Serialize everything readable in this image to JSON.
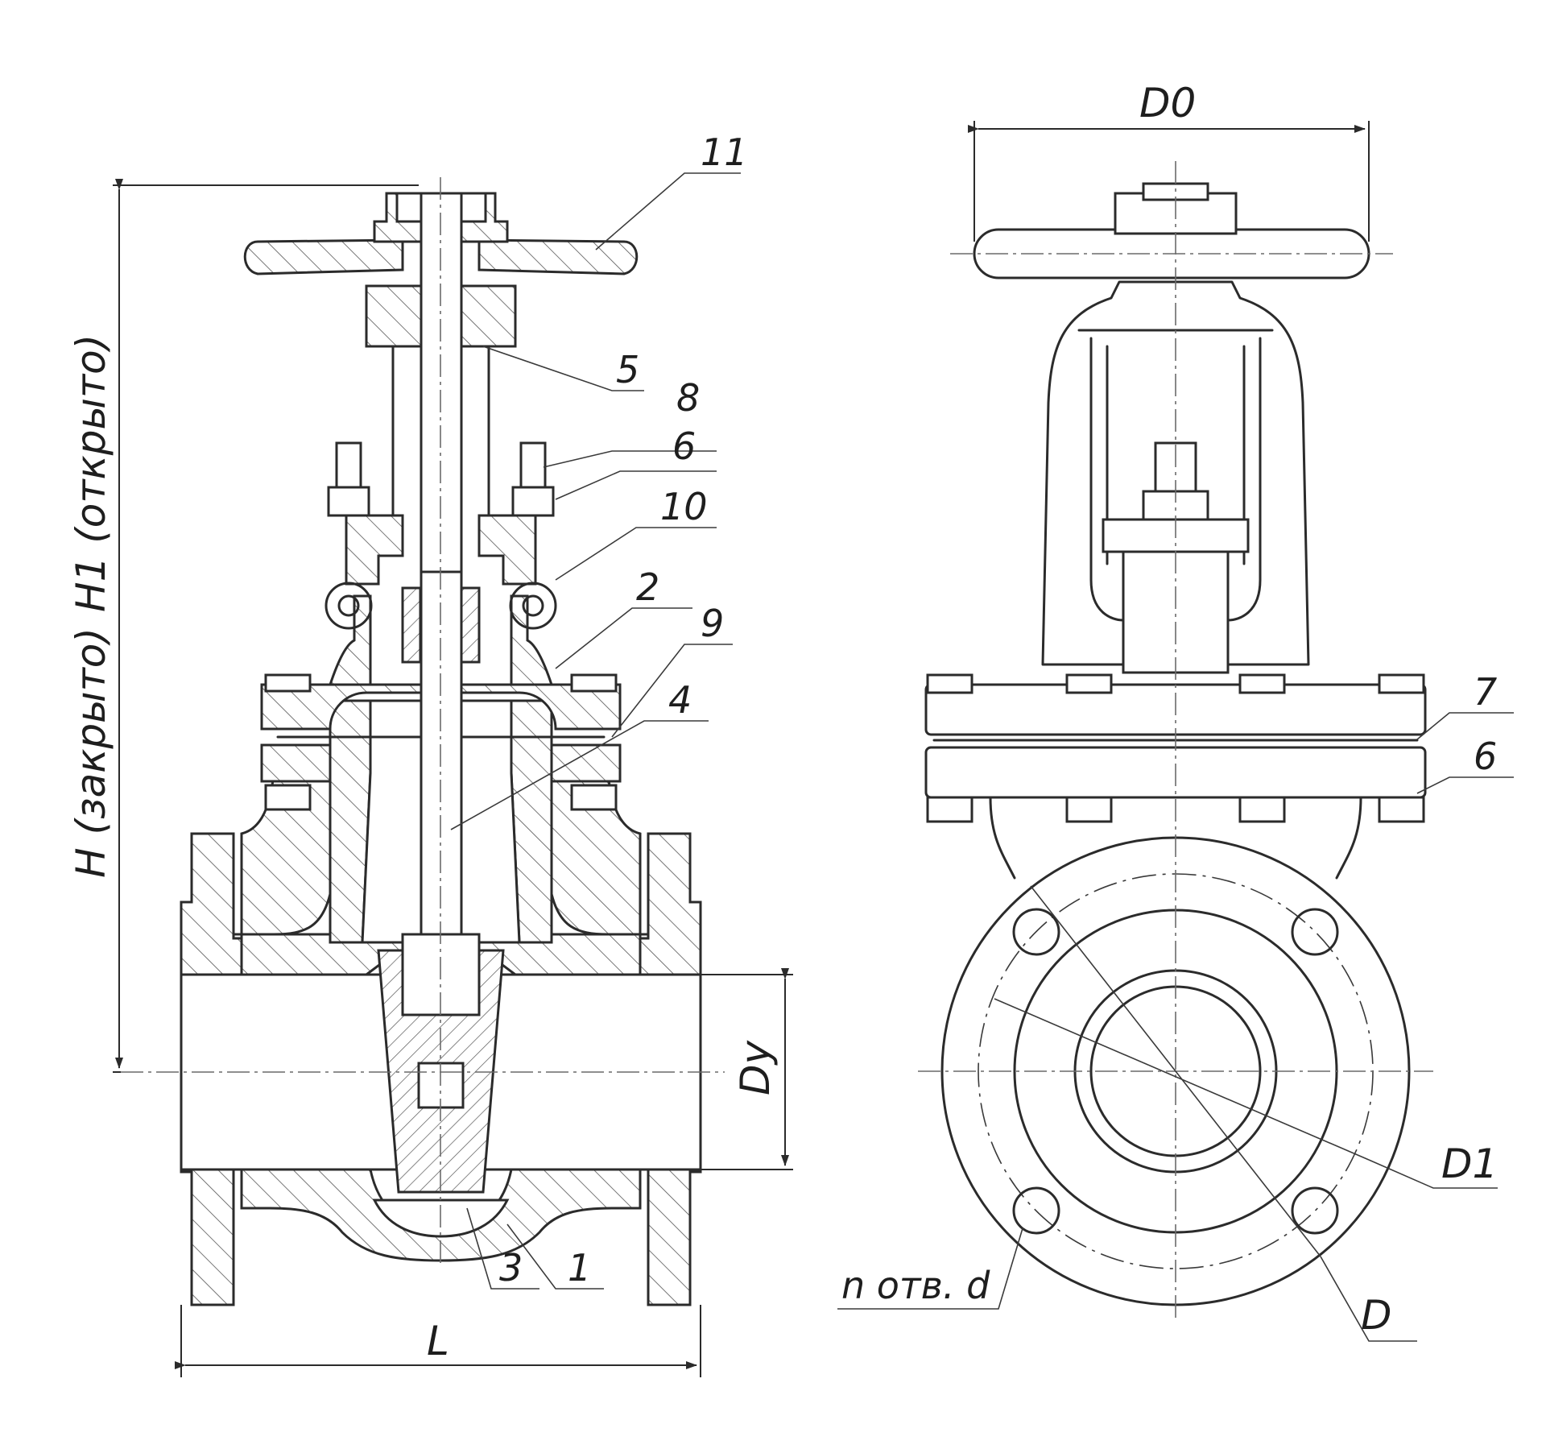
{
  "parts": {
    "p11": "11",
    "p5": "5",
    "p8": "8",
    "p6a": "6",
    "p10": "10",
    "p2": "2",
    "p9": "9",
    "p4": "4",
    "p3": "3",
    "p1": "1",
    "p7": "7",
    "p6b": "6"
  },
  "dimensions": {
    "d0": "D0",
    "h1": "H1 (открыто)",
    "h": "H (закрыто)",
    "dy": "Dy",
    "l": "L",
    "d1": "D1",
    "d": "D",
    "holes": "n отв. d"
  }
}
